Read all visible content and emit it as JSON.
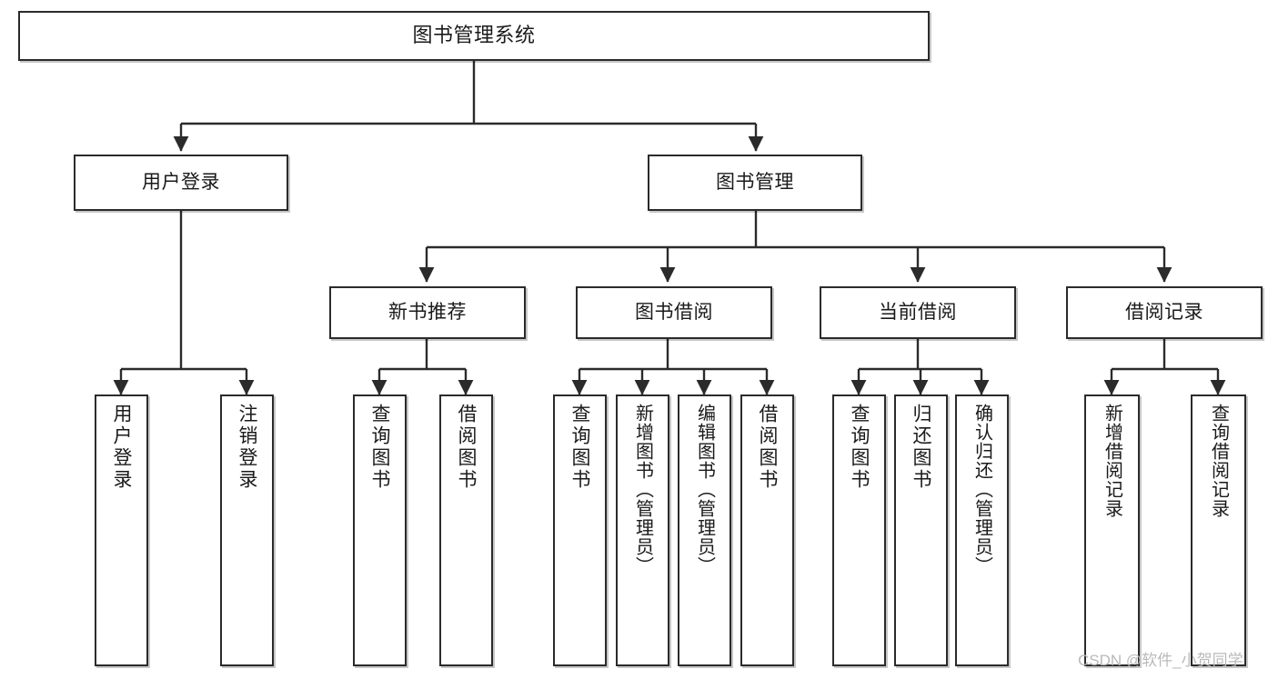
{
  "diagram": {
    "type": "tree",
    "title": "图书管理系统",
    "orientation": "top-down",
    "colors": {
      "box_border": "#2b2b2b",
      "box_fill": "#ffffff",
      "connector": "#2b2b2b",
      "text": "#1a1a1a",
      "watermark": "#b9b9b9"
    },
    "root": {
      "label": "图书管理系统"
    },
    "level2": [
      {
        "label": "用户登录"
      },
      {
        "label": "图书管理"
      }
    ],
    "level3": [
      {
        "label": "新书推荐"
      },
      {
        "label": "图书借阅"
      },
      {
        "label": "当前借阅"
      },
      {
        "label": "借阅记录"
      }
    ],
    "leaves": [
      {
        "label": "用户登录",
        "parent": "用户登录"
      },
      {
        "label": "注销登录",
        "parent": "用户登录"
      },
      {
        "label": "查询图书",
        "parent": "新书推荐"
      },
      {
        "label": "借阅图书",
        "parent": "新书推荐"
      },
      {
        "label": "查询图书",
        "parent": "图书借阅"
      },
      {
        "label": "新增图书（管理员）",
        "parent": "图书借阅"
      },
      {
        "label": "编辑图书（管理员）",
        "parent": "图书借阅"
      },
      {
        "label": "借阅图书",
        "parent": "图书借阅"
      },
      {
        "label": "查询图书",
        "parent": "当前借阅"
      },
      {
        "label": "归还图书",
        "parent": "当前借阅"
      },
      {
        "label": "确认归还（管理员）",
        "parent": "当前借阅"
      },
      {
        "label": "新增借阅记录",
        "parent": "借阅记录"
      },
      {
        "label": "查询借阅记录",
        "parent": "借阅记录"
      }
    ]
  },
  "watermark": {
    "text": "CSDN @软件_小贺同学"
  }
}
